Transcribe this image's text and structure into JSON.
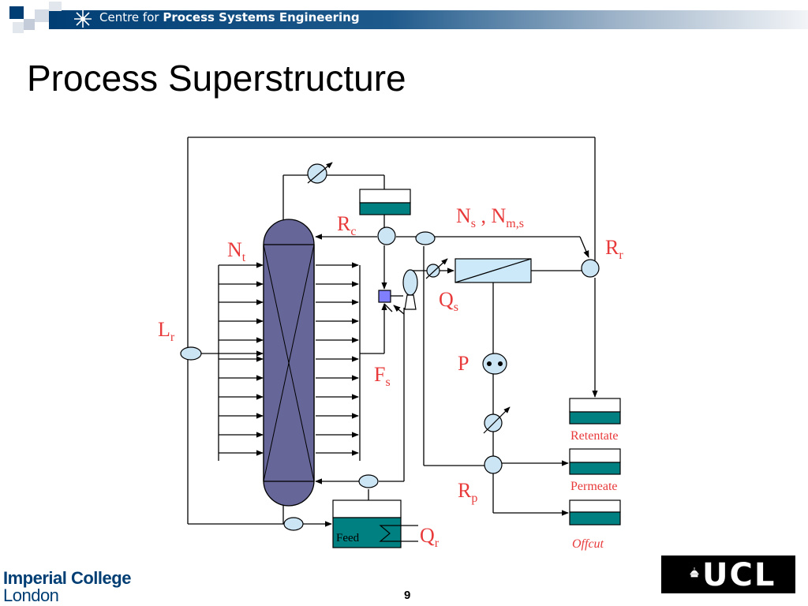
{
  "header": {
    "prefix": "Centre for",
    "bold": "Process Systems Engineering"
  },
  "title": "Process Superstructure",
  "diagram": {
    "labels": {
      "rc": {
        "main": "R",
        "sub": "c"
      },
      "ns": {
        "main": "N",
        "sub": "s"
      },
      "sep": " , ",
      "nms": {
        "main": "N",
        "sub": "m,s"
      },
      "rr": {
        "main": "R",
        "sub": "r"
      },
      "nt": {
        "main": "N",
        "sub": "t"
      },
      "lr": {
        "main": "L",
        "sub": "r"
      },
      "qs": {
        "main": "Q",
        "sub": "s"
      },
      "fs": {
        "main": "F",
        "sub": "s"
      },
      "p": "P",
      "rp": {
        "main": "R",
        "sub": "p"
      },
      "qr": {
        "main": "Q",
        "sub": "r"
      }
    },
    "feed": "Feed",
    "retentate": "Retentate",
    "permeate": "Permeate",
    "offcut": "Offcut",
    "colors": {
      "column": "#666699",
      "tank": "#008080",
      "line": "#e83a3a",
      "node": "#cce5f5",
      "membrane": "#cce9fa"
    }
  },
  "footer": {
    "imperial_line1": "Imperial College",
    "imperial_line2": "London",
    "page_number": "9",
    "ucl": "UCL"
  },
  "icons": [
    "star-icon",
    "ucl-dome-icon",
    "heat-exchanger-icon",
    "pump-icon"
  ]
}
